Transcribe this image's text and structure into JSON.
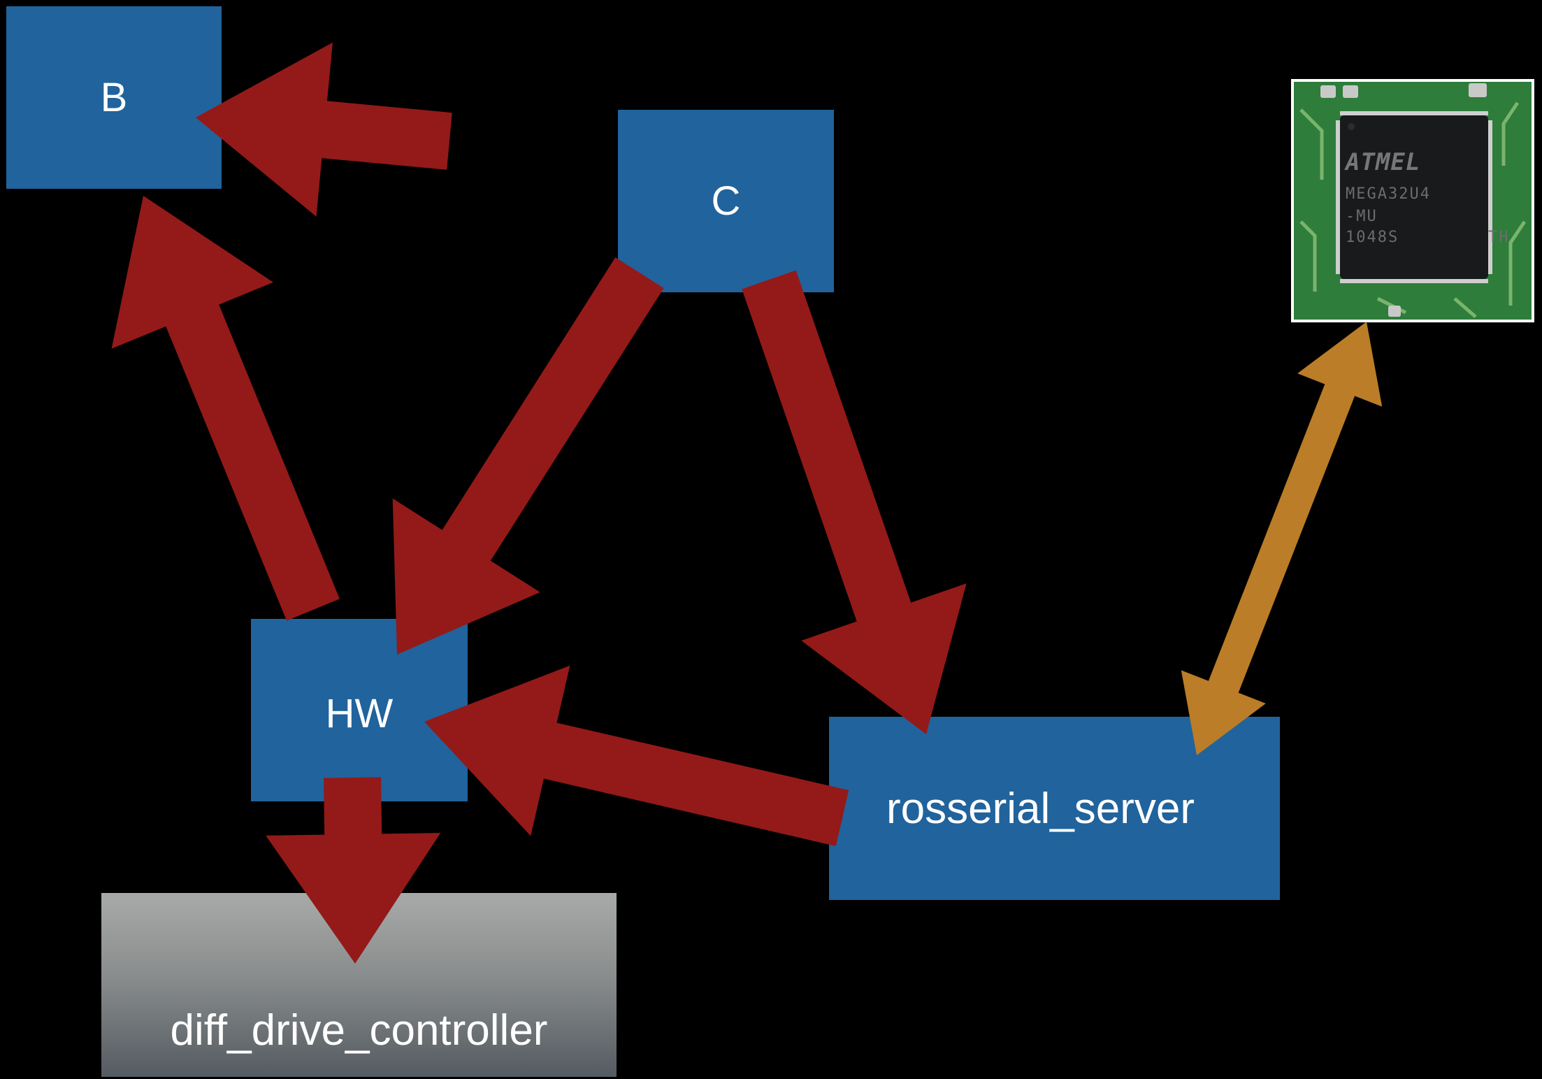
{
  "nodes": {
    "b": {
      "label": "B"
    },
    "c": {
      "label": "C"
    },
    "hw": {
      "label": "HW"
    },
    "rosserial": {
      "label": "rosserial_server"
    },
    "diff": {
      "label": "diff_drive_controller"
    }
  },
  "chip": {
    "brand": "ATMEL",
    "model": "MEGA32U4",
    "suffix": "-MU",
    "date": "1048S",
    "date_code": "TH"
  },
  "edges": [
    {
      "from": "c",
      "to": "b",
      "kind": "single"
    },
    {
      "from": "hw",
      "to": "b",
      "kind": "single"
    },
    {
      "from": "c",
      "to": "hw",
      "kind": "single"
    },
    {
      "from": "c",
      "to": "rosserial",
      "kind": "single"
    },
    {
      "from": "rosserial",
      "to": "hw",
      "kind": "single"
    },
    {
      "from": "hw",
      "to": "diff",
      "kind": "single"
    },
    {
      "from": "rosserial",
      "to": "chip",
      "kind": "bidirectional"
    }
  ],
  "colors": {
    "background": "#000000",
    "node_fill": "#21639c",
    "node_gray_top": "#a7aaa8",
    "node_gray_bottom": "#545b61",
    "arrow_red": "#931a18",
    "arrow_orange": "#bb7d27",
    "text": "#ffffff"
  }
}
